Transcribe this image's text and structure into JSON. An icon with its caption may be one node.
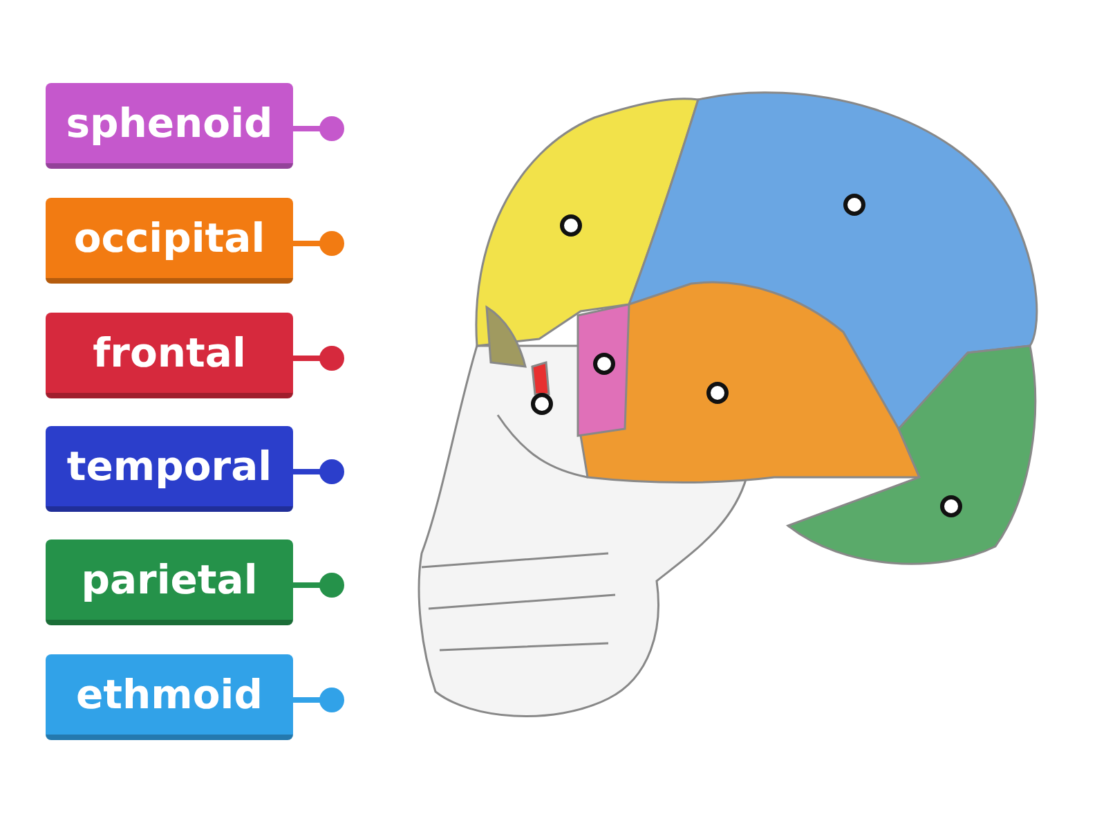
{
  "diagram": {
    "nodes": [
      {
        "text": [
          "sphenoid"
        ]
      },
      {
        "text": [
          "occipital"
        ]
      },
      {
        "text": [
          "frontal"
        ]
      },
      {
        "text": [
          "temporal"
        ]
      },
      {
        "text": [
          "parietal"
        ]
      },
      {
        "text": [
          "ethmoid"
        ]
      },
      {
        "text": [],
        "shape": "circle"
      },
      {
        "text": [],
        "shape": "circle"
      },
      {
        "text": [],
        "shape": "circle"
      },
      {
        "text": [],
        "shape": "circle"
      },
      {
        "text": [],
        "shape": "circle"
      },
      {
        "text": [],
        "shape": "circle"
      }
    ]
  }
}
